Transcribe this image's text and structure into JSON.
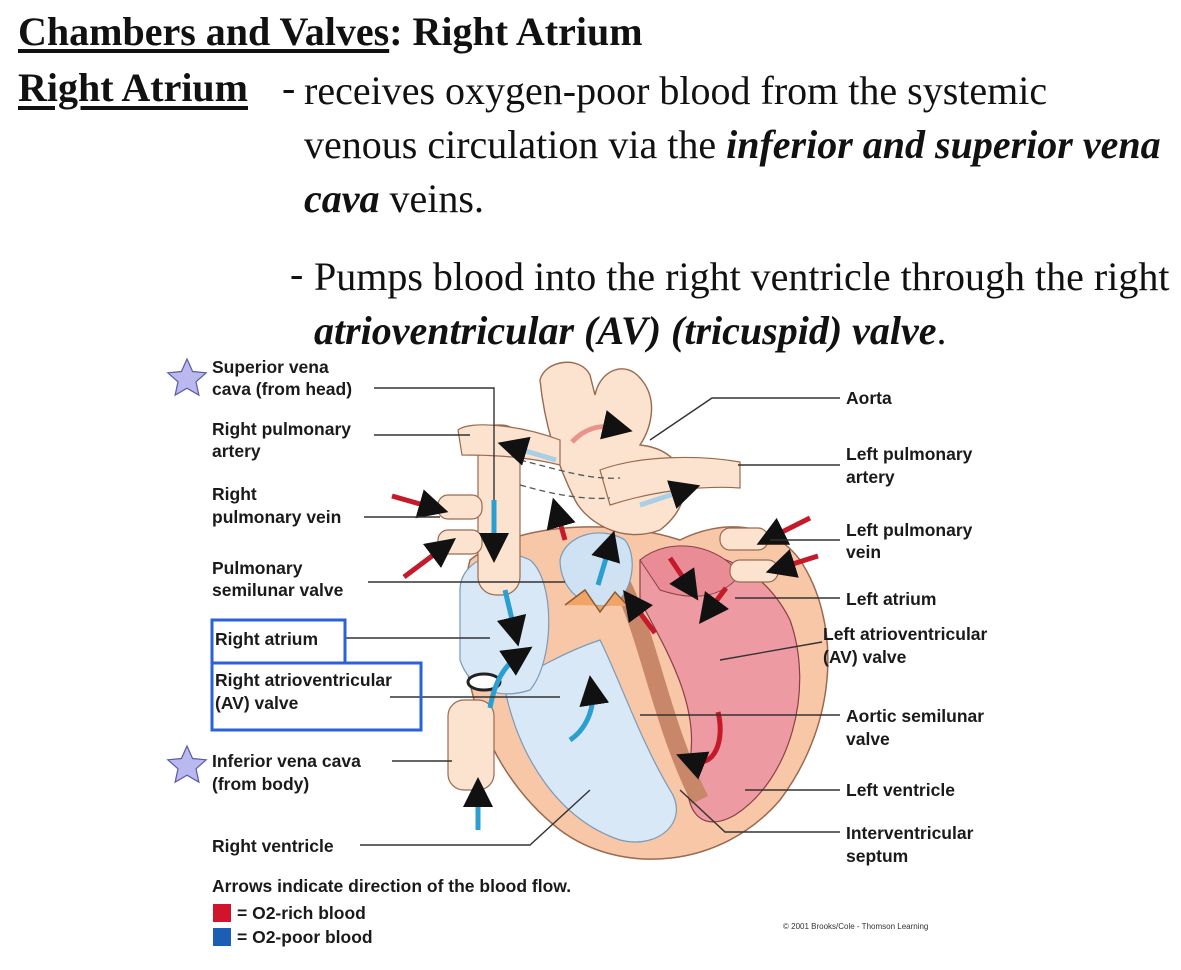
{
  "slide": {
    "title_underlined": "Chambers and Valves",
    "title_rest": ": Right Atrium",
    "term": "Right Atrium",
    "dash": "-",
    "bullet1": {
      "text_a": "receives oxygen-poor blood from the systemic venous circulation via the ",
      "emphasis": "inferior and superior vena cava",
      "text_b": " veins."
    },
    "bullet2": {
      "text_a": "Pumps blood into the right ventricle through the right ",
      "emphasis": "atrioventricular (AV) (tricuspid) valve",
      "text_b": "."
    }
  },
  "diagram": {
    "labels_left": {
      "svc_1": "Superior vena",
      "svc_2": "cava (from head)",
      "rpa_1": "Right pulmonary",
      "rpa_2": "artery",
      "rpv_1": "Right",
      "rpv_2": "pulmonary vein",
      "psv_1": "Pulmonary",
      "psv_2": "semilunar valve",
      "ra": "Right atrium",
      "rav_1": "Right atrioventricular",
      "rav_2": "(AV) valve",
      "ivc_1": "Inferior vena cava",
      "ivc_2": "(from body)",
      "rv": "Right ventricle"
    },
    "labels_right": {
      "aorta": "Aorta",
      "lpa_1": "Left pulmonary",
      "lpa_2": "artery",
      "lpv_1": "Left pulmonary",
      "lpv_2": "vein",
      "la": "Left atrium",
      "lav_1": "Left atrioventricular",
      "lav_2": "(AV) valve",
      "asv_1": "Aortic semilunar",
      "asv_2": "valve",
      "lv": "Left ventricle",
      "ivs_1": "Interventricular",
      "ivs_2": "septum"
    },
    "legend": {
      "caption": "Arrows indicate direction of the blood flow.",
      "rich": "= O2-rich blood",
      "poor": "= O2-poor blood",
      "rich_color": "#d0142c",
      "poor_color": "#1a5fb4"
    },
    "copyright": "© 2001 Brooks/Cole - Thomson Learning",
    "colors": {
      "highlight_box": "#2a62d8",
      "star_fill": "#b9b9f0",
      "tissue": "#fbe3d0",
      "oxygen_poor_chamber": "#d8e8f6",
      "oxygen_rich_chamber": "#ee9aa2",
      "red_arrow": "#c41a2a",
      "blue_arrow": "#2b9fd0"
    }
  }
}
